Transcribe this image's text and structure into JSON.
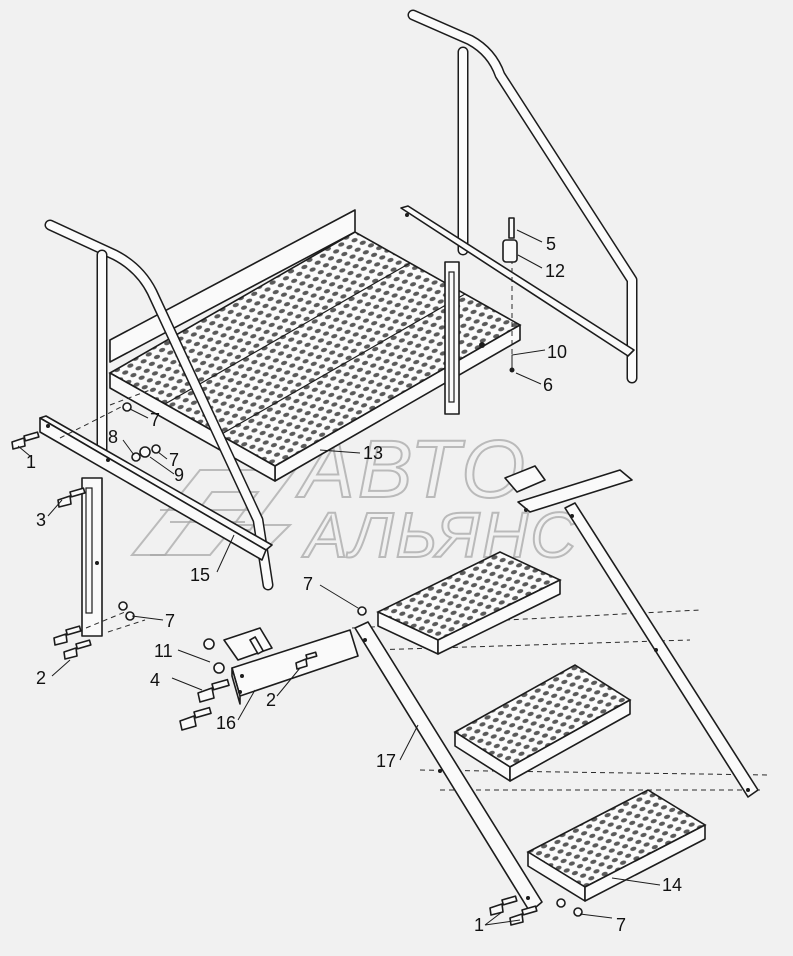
{
  "watermark": {
    "line1": "АВТО",
    "line2": "АЛЬЯНС"
  },
  "callouts": {
    "c1_left": "1",
    "c1_bottom": "1",
    "c2_left": "2",
    "c2_mid": "2",
    "c3": "3",
    "c4": "4",
    "c5": "5",
    "c6": "6",
    "c7_a": "7",
    "c7_b": "7",
    "c7_c": "7",
    "c7_d": "7",
    "c7_e": "7",
    "c8": "8",
    "c9": "9",
    "c10": "10",
    "c11": "11",
    "c12": "12",
    "c13": "13",
    "c14": "14",
    "c15": "15",
    "c16": "16",
    "c17": "17"
  }
}
